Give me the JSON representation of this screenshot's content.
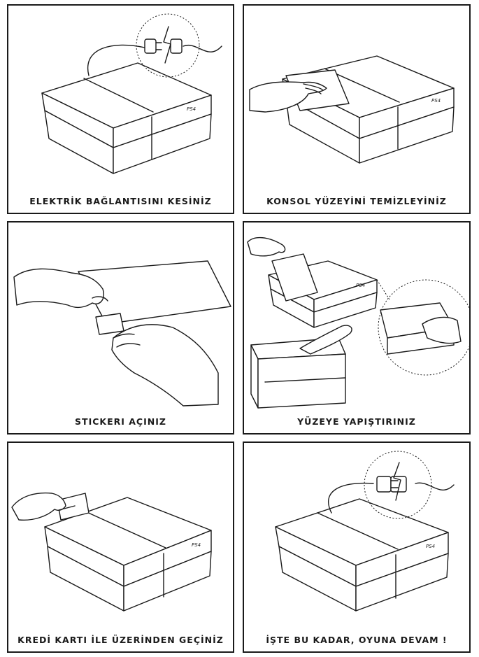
{
  "panels": [
    {
      "caption": "ELEKTRİK BAĞLANTISINI KESİNİZ",
      "console_logo": "PS4"
    },
    {
      "caption": "KONSOL YÜZEYİNİ TEMİZLEYİNİZ",
      "console_logo": "PS4"
    },
    {
      "caption": "STICKERI AÇINIZ"
    },
    {
      "caption": "YÜZEYE YAPIŞTIRINIZ",
      "console_logo": "PS4"
    },
    {
      "caption": "KREDİ KARTI İLE ÜZERİNDEN GEÇİNİZ",
      "console_logo": "PS4"
    },
    {
      "caption": "İŞTE BU KADAR, OYUNA DEVAM !",
      "console_logo": "PS4"
    }
  ],
  "icons": {
    "unplug": "plug-disconnected-icon",
    "wipe": "hand-wiping-icon",
    "peel": "hands-peeling-icon",
    "apply": "hand-applying-sticker-icon",
    "card": "credit-card-icon",
    "done": "plug-connected-icon"
  }
}
